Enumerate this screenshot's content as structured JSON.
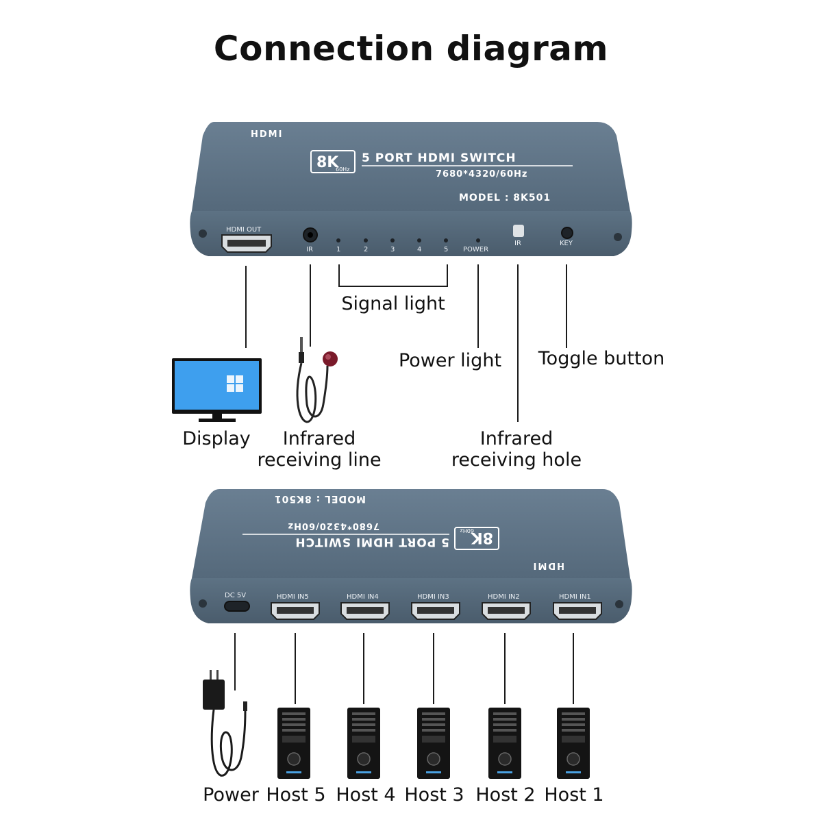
{
  "title": "Connection diagram",
  "device_top": {
    "logo": "HDMI",
    "badge_main": "8K",
    "badge_sub": "60Hz",
    "product_line1": "5 PORT HDMI SWITCH",
    "product_line2": "7680*4320/60Hz",
    "model": "MODEL : 8K501",
    "port_hdmi_out": "HDMI OUT",
    "port_ir": "IR",
    "leds": [
      "1",
      "2",
      "3",
      "4",
      "5"
    ],
    "led_power": "POWER",
    "ir_window": "IR",
    "key": "KEY"
  },
  "device_bottom": {
    "logo": "HDMI",
    "badge_main": "8K",
    "badge_sub": "60Hz",
    "product_line1": "5 PORT HDMI SWITCH",
    "product_line2": "7680*4320/60Hz",
    "model": "MODEL : 8K501",
    "dc": "DC 5V",
    "inputs": [
      "HDMI IN5",
      "HDMI IN4",
      "HDMI IN3",
      "HDMI IN2",
      "HDMI IN1"
    ]
  },
  "labels_top": {
    "signal_light": "Signal light",
    "power_light": "Power light",
    "toggle_button": "Toggle button",
    "display": "Display",
    "ir_line_1": "Infrared",
    "ir_line_2": "receiving line",
    "ir_hole_1": "Infrared",
    "ir_hole_2": "receiving hole"
  },
  "labels_bottom": [
    "Power",
    "Host 5",
    "Host 4",
    "Host 3",
    "Host 2",
    "Host 1"
  ],
  "colors": {
    "device_body": "#5b6f80",
    "device_edge": "#3f4e5b",
    "text": "#111111"
  }
}
